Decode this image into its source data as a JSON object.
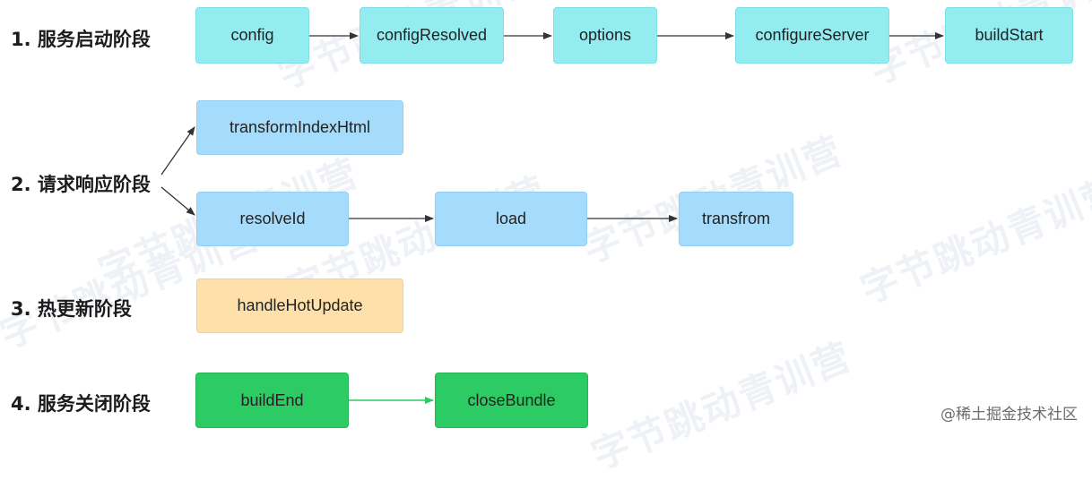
{
  "watermark": "字节跳动青训营",
  "stages": [
    {
      "label": "1. 服务启动阶段",
      "nodes": [
        "config",
        "configResolved",
        "options",
        "configureServer",
        "buildStart"
      ]
    },
    {
      "label": "2. 请求响应阶段",
      "nodes": [
        "transformIndexHtml",
        "resolveId",
        "load",
        "transfrom"
      ]
    },
    {
      "label": "3. 热更新阶段",
      "nodes": [
        "handleHotUpdate"
      ]
    },
    {
      "label": "4. 服务关闭阶段",
      "nodes": [
        "buildEnd",
        "closeBundle"
      ]
    }
  ],
  "credit": "@稀土掘金技术社区",
  "colors": {
    "stage1": "#93ecf0",
    "stage2": "#a6dcfb",
    "stage3": "#fde0aa",
    "stage4": "#2dcb63",
    "arrow": "#333333",
    "arrow_green": "#2dcb63"
  }
}
